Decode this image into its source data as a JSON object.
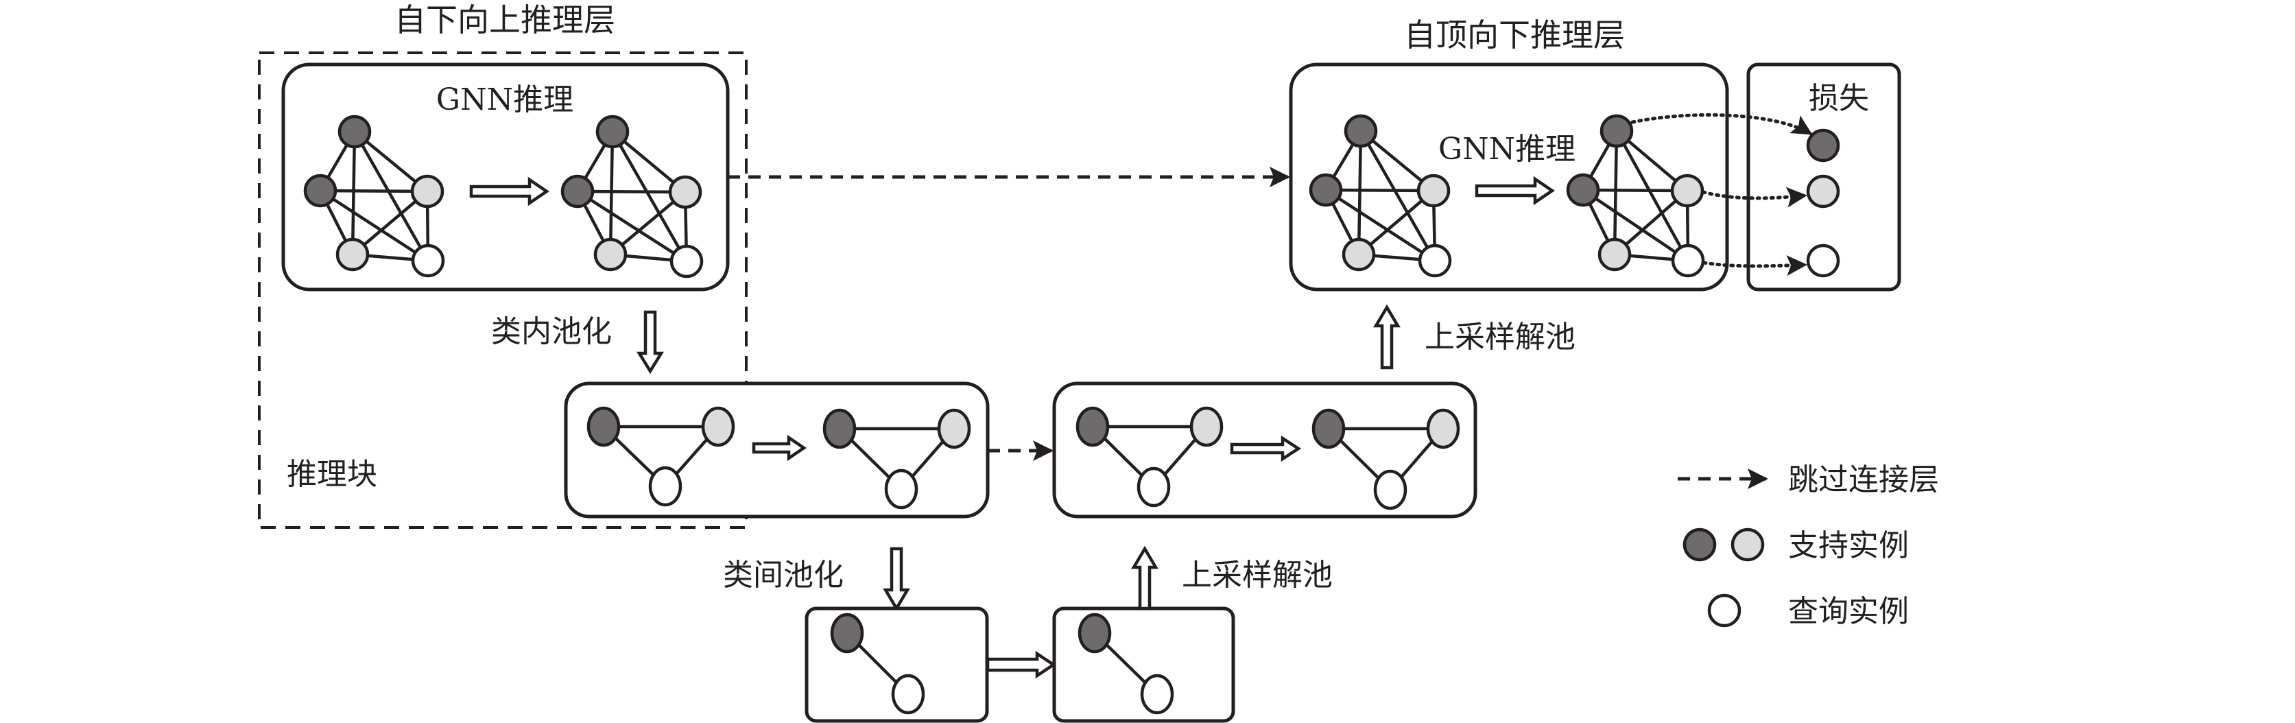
{
  "titles": {
    "bottom_up": "自下向上推理层",
    "top_down": "自顶向下推理层"
  },
  "labels": {
    "gnn_reasoning": "GNN推理",
    "intra_class_pooling": "类内池化",
    "inter_class_pooling": "类间池化",
    "upsample_unpool": "上采样解池",
    "reasoning_block": "推理块",
    "loss": "损失"
  },
  "legend": [
    {
      "symbol": "dashed-arrow",
      "label": "跳过连接层"
    },
    {
      "symbol": "support-nodes",
      "label": "支持实例"
    },
    {
      "symbol": "query-node",
      "label": "查询实例"
    }
  ],
  "colors": {
    "support_dark": "#6d6b6c",
    "support_light": "#dcdcdc",
    "query": "#ffffff",
    "stroke": "#231f20"
  },
  "graphs": {
    "full": {
      "node_kinds": [
        "support_dark",
        "support_dark",
        "support_light",
        "support_light",
        "query"
      ],
      "edges": [
        [
          0,
          1
        ],
        [
          0,
          2
        ],
        [
          0,
          3
        ],
        [
          0,
          4
        ],
        [
          1,
          2
        ],
        [
          1,
          3
        ],
        [
          1,
          4
        ],
        [
          2,
          3
        ],
        [
          2,
          4
        ],
        [
          3,
          4
        ]
      ]
    },
    "triangle": {
      "node_kinds": [
        "support_dark",
        "support_light",
        "query"
      ],
      "edges": [
        [
          0,
          1
        ],
        [
          0,
          2
        ],
        [
          1,
          2
        ]
      ]
    },
    "pair": {
      "node_kinds": [
        "support_dark",
        "query"
      ],
      "edges": [
        [
          0,
          1
        ]
      ]
    }
  }
}
